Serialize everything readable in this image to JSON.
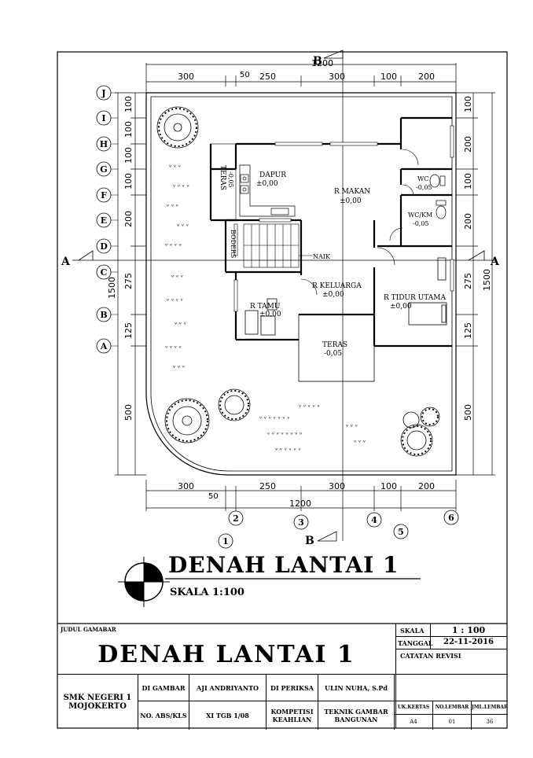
{
  "plan": {
    "title": "DENAH LANTAI 1",
    "scale": "SKALA 1:100",
    "section_a": "A",
    "section_b": "B",
    "top_total": "1200",
    "bottom_total": "1200",
    "top_dims": [
      "300",
      "50",
      "250",
      "300",
      "100",
      "200"
    ],
    "bottom_dims": [
      "300",
      "50",
      "250",
      "300",
      "100",
      "200"
    ],
    "left_dims": [
      "100",
      "100",
      "100",
      "100",
      "200",
      "275",
      "125",
      "500",
      "1500"
    ],
    "right_dims": [
      "100",
      "200",
      "100",
      "200",
      "275",
      "125",
      "500",
      "1500"
    ],
    "grid_rows": [
      "J",
      "I",
      "H",
      "G",
      "F",
      "E",
      "D",
      "C",
      "B",
      "A"
    ],
    "grid_cols": [
      "1",
      "2",
      "3",
      "4",
      "5",
      "6"
    ],
    "rooms": {
      "teras_side_name": "TERAS",
      "teras_side_level": "-0,05",
      "dapur_name": "DAPUR",
      "dapur_level": "±0,00",
      "makan_name": "R MAKAN",
      "makan_level": "±0,00",
      "wc_name": "WC",
      "wc_level": "-0,05",
      "wckm_name": "WC/KM",
      "wckm_level": "-0,05",
      "boders": "BODERS",
      "naik": "NAIK",
      "keluarga_name": "R KELUARGA",
      "keluarga_level": "±0,00",
      "tamu_name": "R TAMU",
      "tamu_level": "±0,00",
      "tidur_name": "R TIDUR UTAMA",
      "tidur_level": "±0,00",
      "teras_front_name": "TERAS",
      "teras_front_level": "-0,05"
    }
  },
  "title_block": {
    "judul_label": "JUDUL GAMABAR",
    "judul": "DENAH LANTAI 1",
    "skala_label": "SKALA",
    "skala_value": "1 : 100",
    "tanggal_label": "TANGGAL",
    "tanggal_value": "22-11-2016",
    "catatan": "CATATAN REVISI",
    "school_1": "SMK NEGERI 1",
    "school_2": "MOJOKERTO",
    "digambar_label": "DI GAMBAR",
    "digambar_value": "AJI ANDRIYANTO",
    "diperiksa_label": "DI PERIKSA",
    "diperiksa_value": "ULIN NUHA, S.Pd",
    "no_abs_label": "NO. ABS/KLS",
    "no_abs_value": "XI TGB 1/08",
    "kompetensi_1": "KOMPETISI",
    "kompetensi_2": "KEAHLIAN",
    "teknik_1": "TEKNIK GAMBAR",
    "teknik_2": "BANGUNAN",
    "uk_kertas_label": "UK.KERTAS",
    "uk_kertas_value": "A4",
    "no_lembar_label": "NO.LEMBAR",
    "no_lembar_value": "01",
    "jml_lembar_label": "JML.LEMBAR",
    "jml_lembar_value": "36"
  }
}
